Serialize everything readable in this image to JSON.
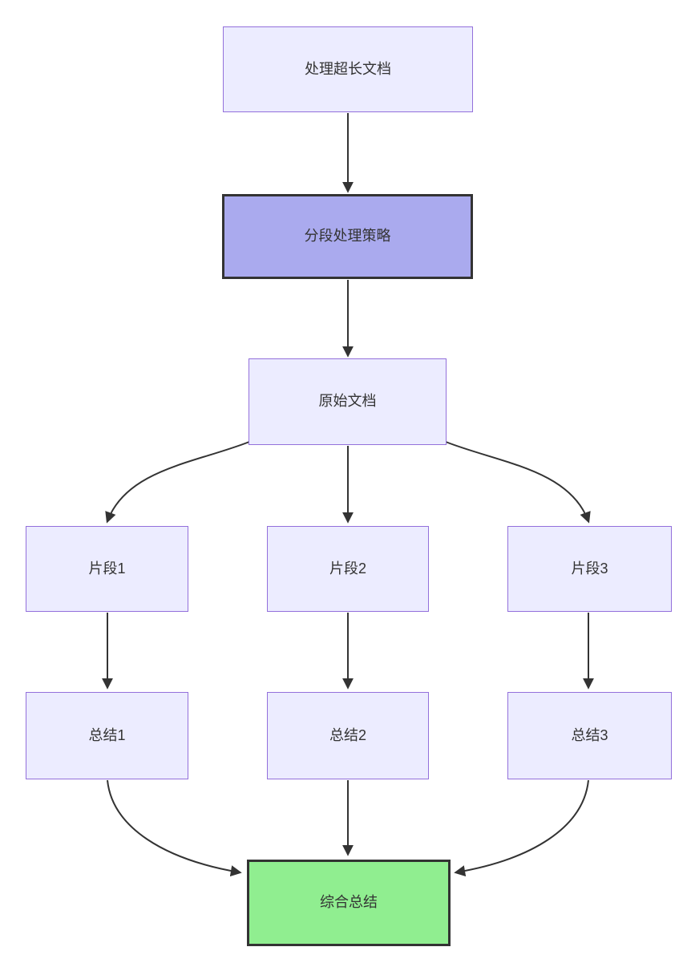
{
  "diagram": {
    "type": "flowchart-top-down",
    "nodes": {
      "a": {
        "label": "处理超长文档",
        "kind": "default"
      },
      "b": {
        "label": "分段处理策略",
        "kind": "emphasis"
      },
      "c": {
        "label": "原始文档",
        "kind": "default"
      },
      "d1": {
        "label": "片段1",
        "kind": "default"
      },
      "d2": {
        "label": "片段2",
        "kind": "default"
      },
      "d3": {
        "label": "片段3",
        "kind": "default"
      },
      "e1": {
        "label": "总结1",
        "kind": "default"
      },
      "e2": {
        "label": "总结2",
        "kind": "default"
      },
      "e3": {
        "label": "总结3",
        "kind": "default"
      },
      "f": {
        "label": "综合总结",
        "kind": "result"
      }
    },
    "edges": [
      {
        "from": "a",
        "to": "b"
      },
      {
        "from": "b",
        "to": "c"
      },
      {
        "from": "c",
        "to": "d1"
      },
      {
        "from": "c",
        "to": "d2"
      },
      {
        "from": "c",
        "to": "d3"
      },
      {
        "from": "d1",
        "to": "e1"
      },
      {
        "from": "d2",
        "to": "e2"
      },
      {
        "from": "d3",
        "to": "e3"
      },
      {
        "from": "e1",
        "to": "f"
      },
      {
        "from": "e2",
        "to": "f"
      },
      {
        "from": "e3",
        "to": "f"
      }
    ],
    "colors": {
      "background": "#ffffff",
      "node_fill": "#ececff",
      "node_border": "#9370db",
      "emphasis_fill": "#aaaaee",
      "emphasis_border": "#333333",
      "result_fill": "#90ee90",
      "result_border": "#333333",
      "edge": "#333333",
      "text": "#333333"
    }
  }
}
